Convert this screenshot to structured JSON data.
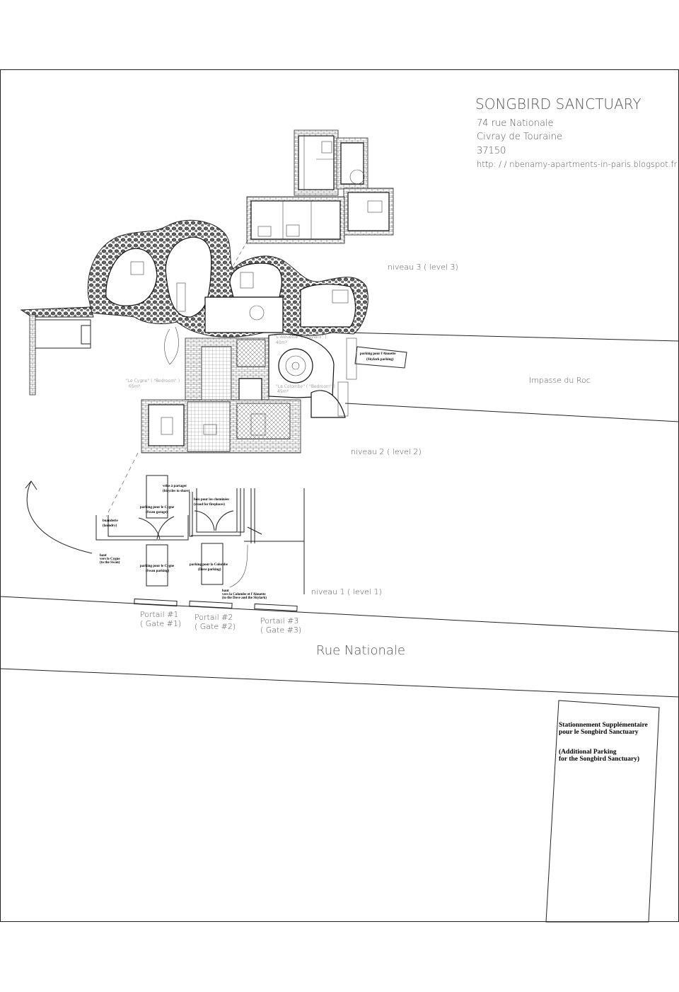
{
  "title_block": {
    "name": "SONGBIRD SANCTUARY",
    "street": "74 rue Nationale",
    "town": "Civray de Touraine",
    "postcode": "37150",
    "url": "http: / / nbenamy-apartments-in-paris.blogspot.fr"
  },
  "levels": {
    "level3": "niveau 3 ( level 3)",
    "level2": "niveau 2 ( level 2)",
    "level1": "niveau 1 ( level 1)"
  },
  "streets": {
    "impasse": "Impasse du Roc",
    "rue": "Rue Nationale"
  },
  "rooms": {
    "cygne": "\"Le Cygne\" ( \"Bedroom\" )",
    "cygne_sub": "65m²",
    "colombe": "\"La Colombe\" ( \"Bedroom\" )",
    "colombe_sub": "45m²",
    "alouette": "\"L'Alouette\" ( \"Skylark\" )",
    "alouette_sub": "40m²"
  },
  "parking": {
    "skylark": [
      "parking pour l'Alouette",
      "(Skylark parking)"
    ],
    "swan_garage": [
      "parking pour le Cygne",
      "(Swan garage)"
    ],
    "swan_parking": [
      "parking pour le Cygne",
      "(Swan parking)"
    ],
    "dove_parking": [
      "parking pour la Colombe",
      "(Dove parking)"
    ],
    "bicycles": [
      "vélos à partager",
      "(bicycles to share)"
    ],
    "wood": [
      "bois pour les cheminées",
      "(wood for fireplaces)"
    ],
    "laundry": [
      "buanderie",
      "(laundry)"
    ],
    "up_swan": [
      "haut",
      "vers le Cygne",
      "(to the Swan)"
    ],
    "up_dove": [
      "haut",
      "vers la Colombe et l'Alouette",
      "(to the Dove and the Skylark)"
    ]
  },
  "gates": [
    {
      "label": "Portail #1",
      "sub": "( Gate #1)"
    },
    {
      "label": "Portail #2",
      "sub": "( Gate #2)"
    },
    {
      "label": "Portail #3",
      "sub": "( Gate #3)"
    }
  ],
  "additional_parking": {
    "fr1": "Stationnement Supplémentaire",
    "fr2": "pour le Songbird Sanctuary",
    "en1": "(Additional Parking",
    "en2": "for the Songbird Sanctuary)"
  }
}
